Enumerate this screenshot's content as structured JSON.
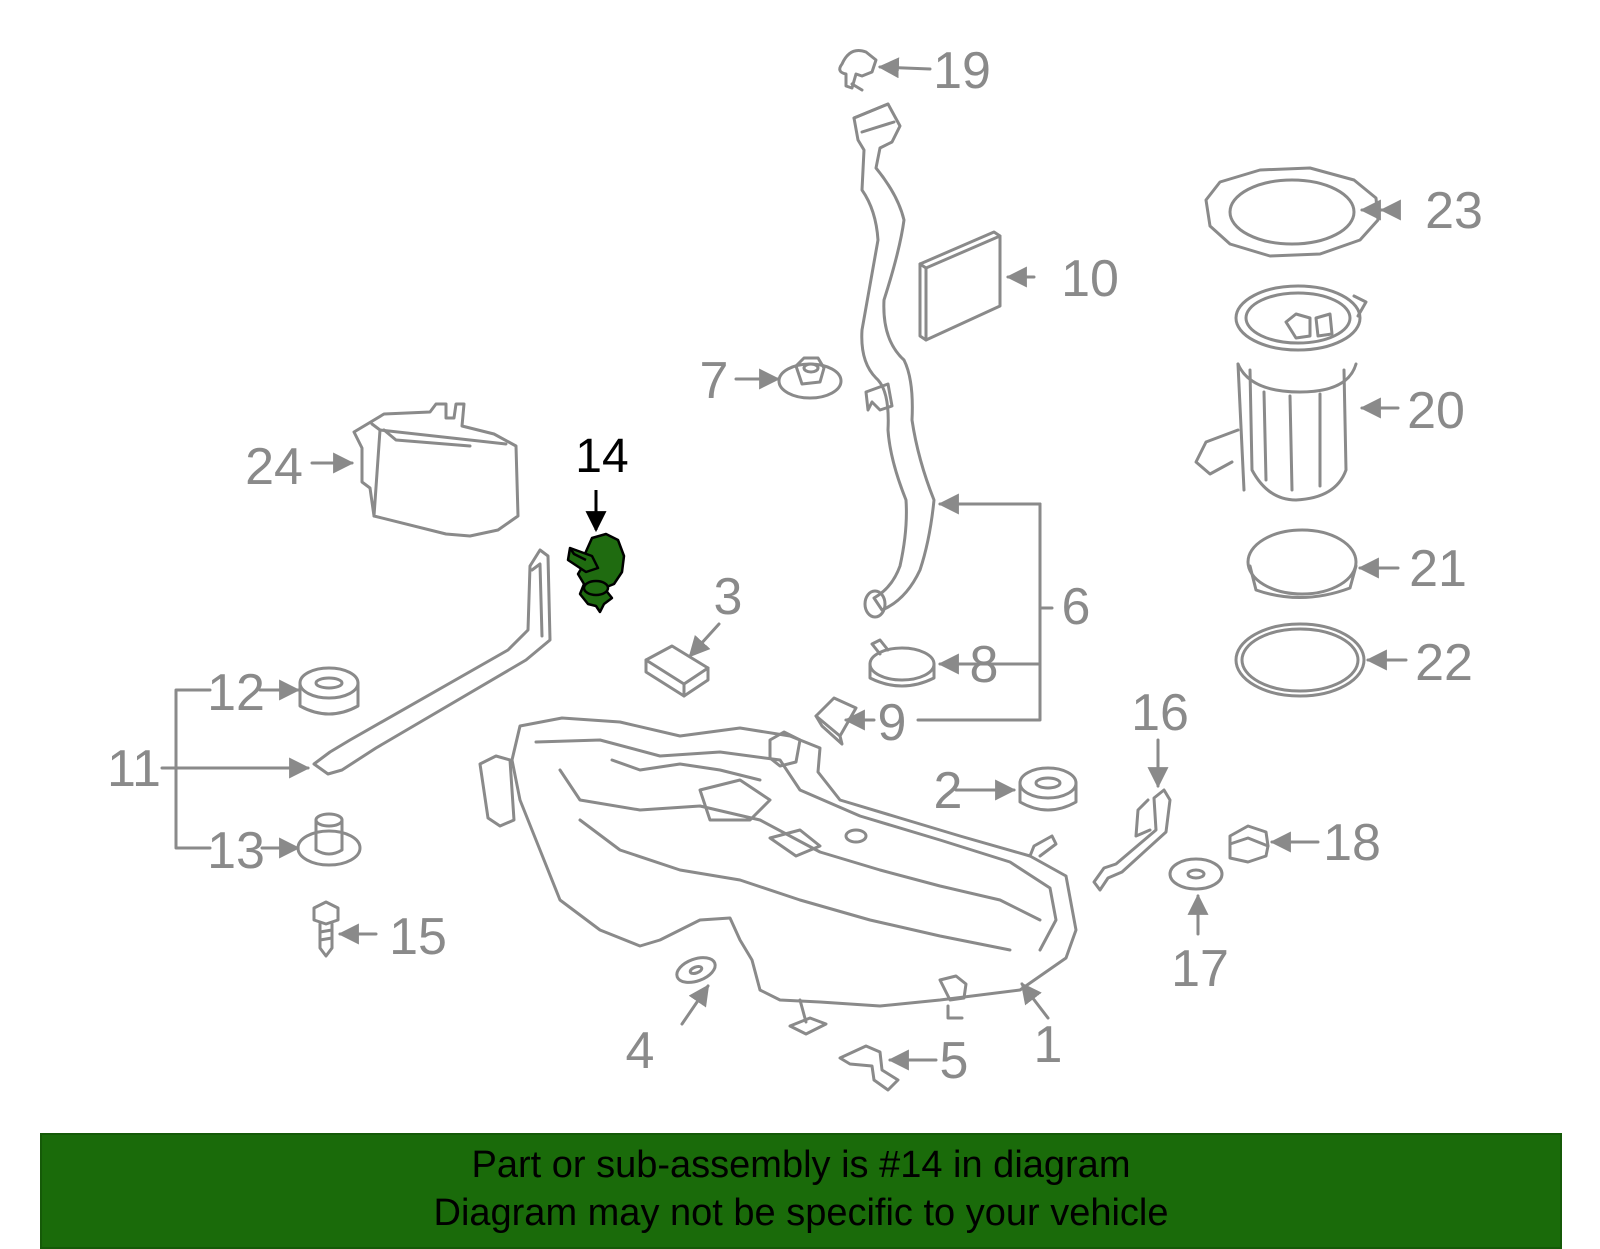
{
  "diagram": {
    "highlight_color": "#1f6b10",
    "line_color": "#8a8a8a",
    "highlighted_callout": "14",
    "callouts": [
      {
        "id": "c1",
        "label": "1"
      },
      {
        "id": "c2",
        "label": "2"
      },
      {
        "id": "c3",
        "label": "3"
      },
      {
        "id": "c4",
        "label": "4"
      },
      {
        "id": "c5",
        "label": "5"
      },
      {
        "id": "c6",
        "label": "6"
      },
      {
        "id": "c7",
        "label": "7"
      },
      {
        "id": "c8",
        "label": "8"
      },
      {
        "id": "c9",
        "label": "9"
      },
      {
        "id": "c10",
        "label": "10"
      },
      {
        "id": "c11",
        "label": "11"
      },
      {
        "id": "c12",
        "label": "12"
      },
      {
        "id": "c13",
        "label": "13"
      },
      {
        "id": "c14",
        "label": "14"
      },
      {
        "id": "c15",
        "label": "15"
      },
      {
        "id": "c16",
        "label": "16"
      },
      {
        "id": "c17",
        "label": "17"
      },
      {
        "id": "c18",
        "label": "18"
      },
      {
        "id": "c19",
        "label": "19"
      },
      {
        "id": "c20",
        "label": "20"
      },
      {
        "id": "c21",
        "label": "21"
      },
      {
        "id": "c22",
        "label": "22"
      },
      {
        "id": "c23",
        "label": "23"
      },
      {
        "id": "c24",
        "label": "24"
      }
    ]
  },
  "banner": {
    "line1": "Part or sub-assembly is #14 in diagram",
    "line2": "Diagram may not be specific to your vehicle",
    "color": "#1a6b0a"
  }
}
